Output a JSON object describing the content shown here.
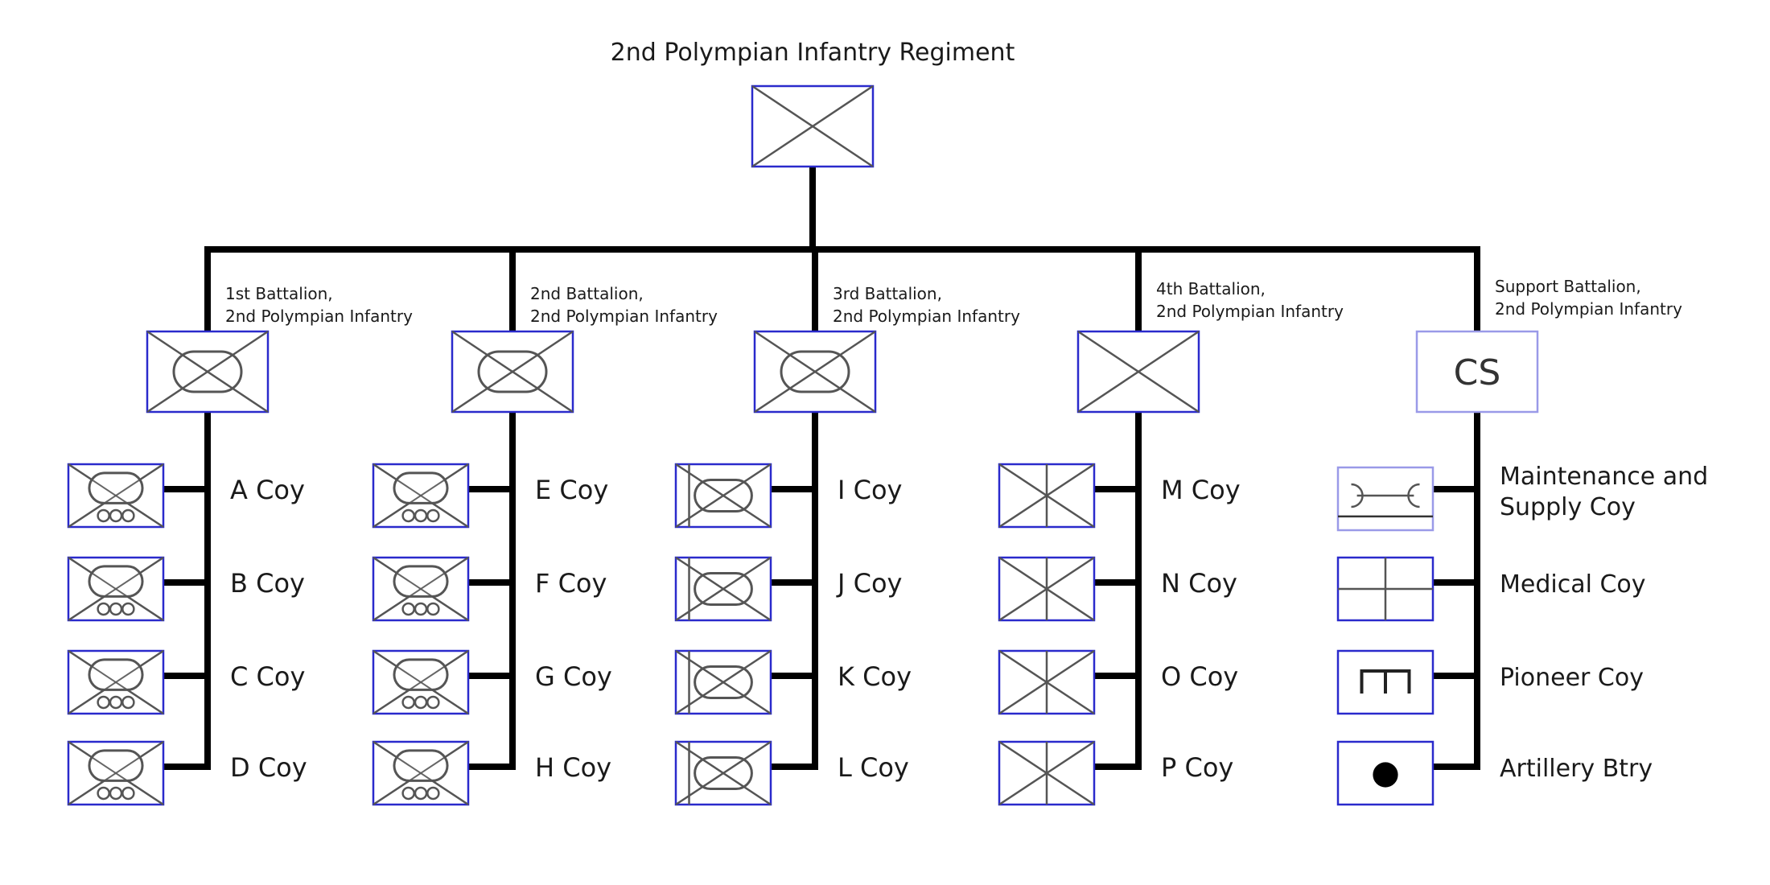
{
  "regiment": {
    "label": "2nd Polympian Infantry Regiment",
    "symbol": "infantry"
  },
  "battalions": [
    {
      "line1": "1st Battalion,",
      "line2": "2nd Polympian Infantry",
      "symbol": "mech-infantry",
      "companies": [
        {
          "label": "A Coy",
          "symbol": "wheeled-mech-infantry"
        },
        {
          "label": "B Coy",
          "symbol": "wheeled-mech-infantry"
        },
        {
          "label": "C Coy",
          "symbol": "wheeled-mech-infantry"
        },
        {
          "label": "D Coy",
          "symbol": "wheeled-mech-infantry"
        }
      ]
    },
    {
      "line1": "2nd Battalion,",
      "line2": "2nd Polympian Infantry",
      "symbol": "mech-infantry",
      "companies": [
        {
          "label": "E Coy",
          "symbol": "wheeled-mech-infantry"
        },
        {
          "label": "F Coy",
          "symbol": "wheeled-mech-infantry"
        },
        {
          "label": "G Coy",
          "symbol": "wheeled-mech-infantry"
        },
        {
          "label": "H Coy",
          "symbol": "wheeled-mech-infantry"
        }
      ]
    },
    {
      "line1": "3rd Battalion,",
      "line2": "2nd Polympian Infantry",
      "symbol": "mech-infantry",
      "companies": [
        {
          "label": "I Coy",
          "symbol": "mech-infantry-bar"
        },
        {
          "label": "J Coy",
          "symbol": "mech-infantry-bar"
        },
        {
          "label": "K Coy",
          "symbol": "mech-infantry-bar"
        },
        {
          "label": "L Coy",
          "symbol": "mech-infantry-bar"
        }
      ]
    },
    {
      "line1": "4th Battalion,",
      "line2": "2nd Polympian Infantry",
      "symbol": "infantry",
      "companies": [
        {
          "label": "M Coy",
          "symbol": "infantry-vertical"
        },
        {
          "label": "N Coy",
          "symbol": "infantry-vertical"
        },
        {
          "label": "O Coy",
          "symbol": "infantry-vertical"
        },
        {
          "label": "P Coy",
          "symbol": "infantry-vertical"
        }
      ]
    },
    {
      "line1": "Support Battalion,",
      "line2": "2nd Polympian Infantry",
      "symbol": "combat-support",
      "symbol_text": "CS",
      "companies": [
        {
          "label_lines": [
            "Maintenance and",
            "Supply Coy"
          ],
          "symbol": "maintenance"
        },
        {
          "label": "Medical Coy",
          "symbol": "medical"
        },
        {
          "label": "Pioneer Coy",
          "symbol": "pioneer"
        },
        {
          "label": "Artillery Btry",
          "symbol": "artillery"
        }
      ]
    }
  ],
  "colors": {
    "line": "#000000",
    "frame": "#2a2acc",
    "symbol": "#555555",
    "frame_light": "#9a9ae8"
  }
}
